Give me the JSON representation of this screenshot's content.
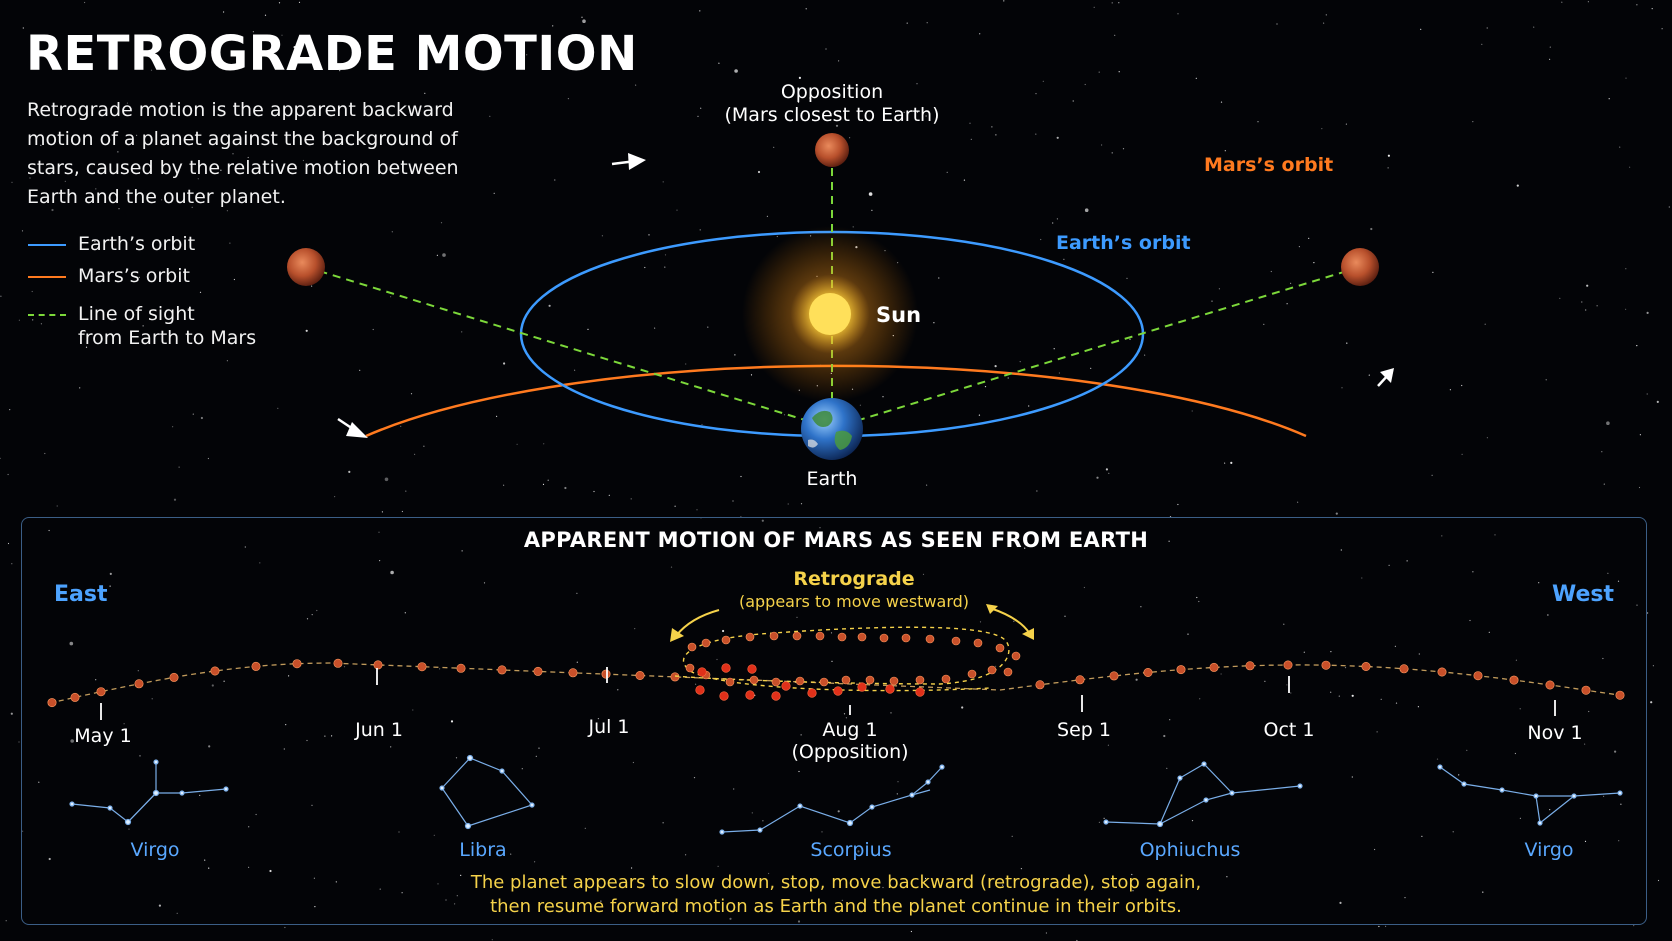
{
  "title": "RETROGRADE MOTION",
  "intro": "Retrograde motion is the apparent backward motion of a planet against the background of stars, caused by the relative motion between Earth and the outer planet.",
  "legend": {
    "items": [
      {
        "label": "Earth’s orbit",
        "color": "#3d9bff",
        "style": "solid"
      },
      {
        "label": "Mars’s orbit",
        "color": "#ff7a1f",
        "style": "solid"
      },
      {
        "label": "Line of sight",
        "label2": "from Earth to Mars",
        "color": "#7cd83a",
        "style": "dashed"
      }
    ]
  },
  "orbit_diagram": {
    "opposition_label": "Opposition",
    "opposition_sub": "(Mars closest to Earth)",
    "mars_orbit_label": "Mars’s orbit",
    "earth_orbit_label": "Earth’s orbit",
    "sun_label": "Sun",
    "earth_label": "Earth"
  },
  "panel": {
    "title": "APPARENT MOTION OF MARS AS SEEN FROM EARTH",
    "east": "East",
    "west": "West",
    "retrograde_title": "Retrograde",
    "retrograde_sub": "(appears to move westward)",
    "dates": [
      {
        "label": "May 1"
      },
      {
        "label": "Jun 1"
      },
      {
        "label": "Jul 1"
      },
      {
        "label": "Aug 1",
        "sub": "(Opposition)"
      },
      {
        "label": "Sep 1"
      },
      {
        "label": "Oct 1"
      },
      {
        "label": "Nov 1"
      }
    ],
    "constellations": [
      "Virgo",
      "Libra",
      "Scorpius",
      "Ophiuchus",
      "Virgo"
    ],
    "footnote_line1": "The planet appears to slow down, stop, move backward (retrograde), stop again,",
    "footnote_line2": "then resume forward motion as Earth and the planet continue in their orbits."
  },
  "colors": {
    "earth_orbit": "#3d9bff",
    "mars_orbit": "#ff7a1f",
    "line_of_sight": "#7cd83a",
    "retrograde": "#f5d24a",
    "constellation": "#5aa8ff",
    "mars": "#c8502a"
  }
}
